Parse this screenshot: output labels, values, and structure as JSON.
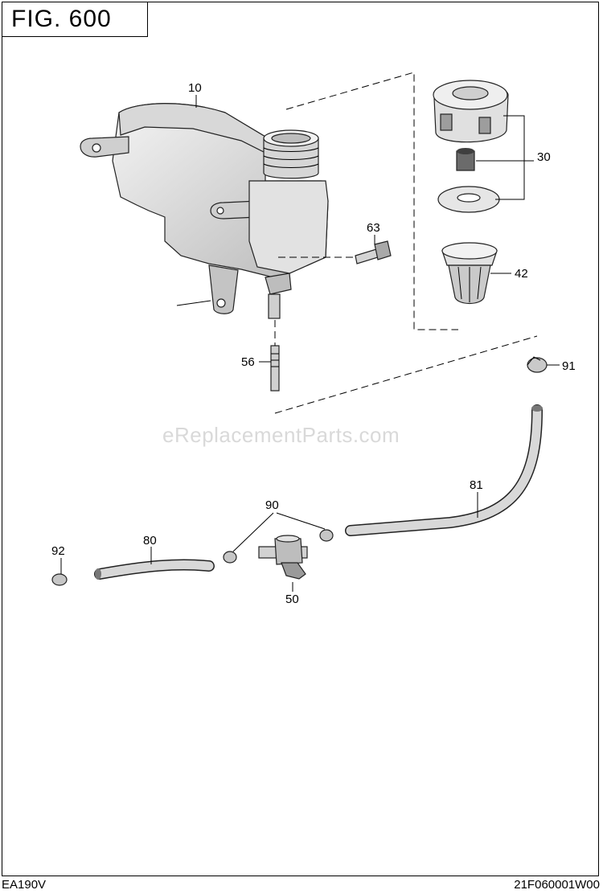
{
  "figure": {
    "title": "FIG. 600"
  },
  "footer": {
    "model": "EA190V",
    "drawing_number": "21F060001W00"
  },
  "watermark": "eReplacementParts.com",
  "callouts": [
    {
      "id": "10",
      "part": "fuel tank"
    },
    {
      "id": "30",
      "part": "fuel cap"
    },
    {
      "id": "42",
      "part": "fuel strainer"
    },
    {
      "id": "63",
      "part": "bolt"
    },
    {
      "id": "56",
      "part": "pipe"
    },
    {
      "id": "91",
      "part": "clip"
    },
    {
      "id": "81",
      "part": "fuel hose"
    },
    {
      "id": "90",
      "part": "clips"
    },
    {
      "id": "92",
      "part": "clip"
    },
    {
      "id": "80",
      "part": "fuel hose"
    },
    {
      "id": "50",
      "part": "fuel cock"
    }
  ]
}
